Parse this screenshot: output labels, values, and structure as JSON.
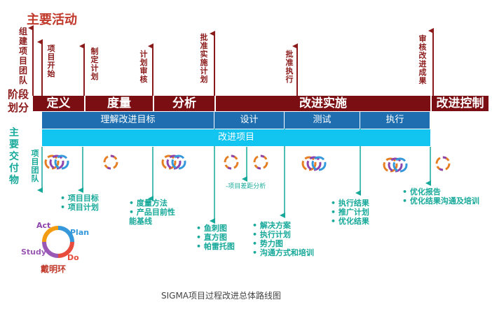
{
  "main_title": "主要活动",
  "phase_label": "阶段划分",
  "deliverables_label": "主要交付物",
  "milestones": [
    {
      "text": "组建项目团队"
    },
    {
      "text": "项目开始"
    },
    {
      "text": "制定计划"
    },
    {
      "text": "计划审核"
    },
    {
      "text": "批准实施计划"
    },
    {
      "text": "批准执行"
    },
    {
      "text": "审核改进成果"
    }
  ],
  "phases": [
    "定义",
    "度量",
    "分析",
    "改进实施",
    "改进控制"
  ],
  "subphases": {
    "understand": "理解改进目标",
    "design": "设计",
    "test": "测试",
    "execute": "执行",
    "project": "改进项目"
  },
  "team_label": "项目团队",
  "deliverables": {
    "define": [
      "项目目标",
      "项目计划"
    ],
    "measure": [
      "度量方法",
      "产品目前性能基线"
    ],
    "analyze": [
      "鱼刺图",
      "直方图",
      "帕雷托图"
    ],
    "gap": "-项目差距分析",
    "improve": [
      "解决方案",
      "执行计划",
      "势力图",
      "沟通方式和培训"
    ],
    "test": [
      "执行结果",
      "推广计划",
      "优化结果"
    ],
    "control": [
      "优化报告",
      "优化结果沟通及培训"
    ]
  },
  "pdsa": {
    "act": "Act",
    "plan": "Plan",
    "study": "Study",
    "do": "Do",
    "name": "戴明环"
  },
  "caption": "SIGMA项目过程改进总体路线图",
  "colors": {
    "maroon": "#7b0e12",
    "blue": "#1f6fb0",
    "cyan": "#12c4f0",
    "teal": "#16a99a",
    "red_text": "#c0392b"
  }
}
